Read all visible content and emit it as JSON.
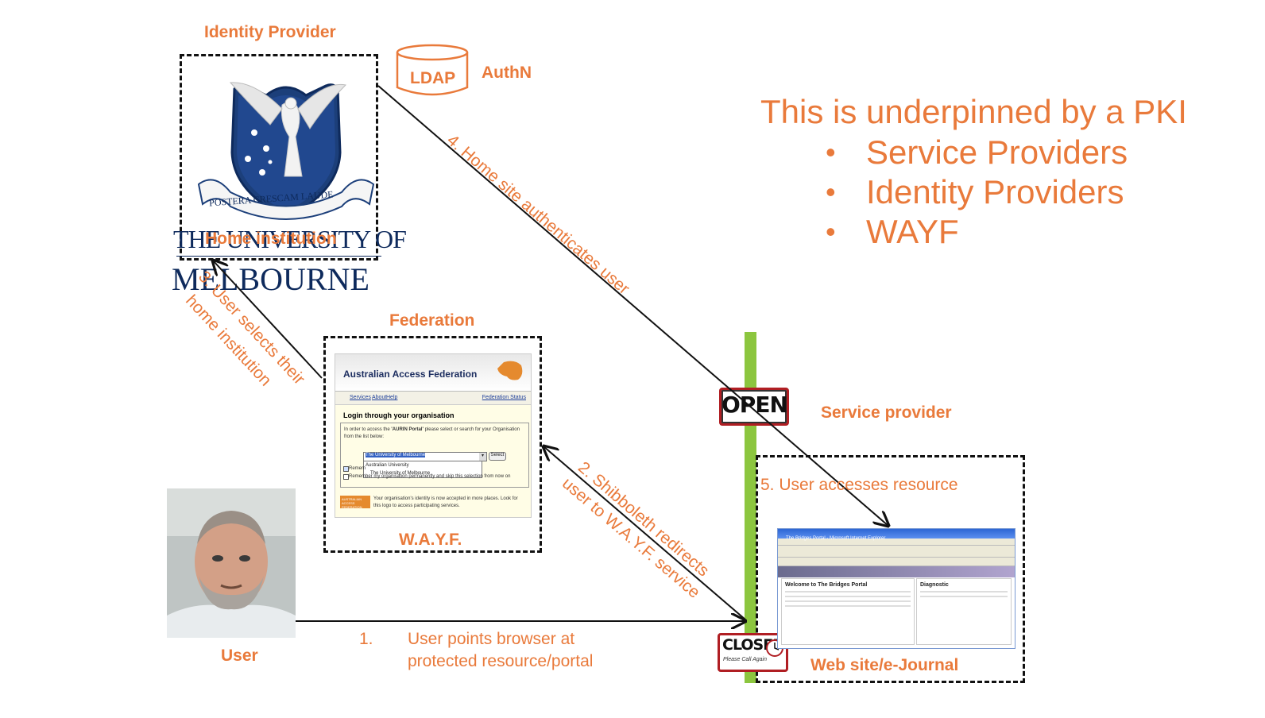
{
  "labels": {
    "identity_provider": "Identity Provider",
    "ldap": "LDAP",
    "authn": "AuthN",
    "federation": "Federation",
    "wayf": "W.A.Y.F.",
    "user": "User",
    "service_provider": "Service provider",
    "website": "Web site/e-Journal",
    "home_institution": "Home institution"
  },
  "pki": {
    "title": "This is underpinned by a PKI",
    "items": [
      "Service Providers",
      "Identity Providers",
      "WAYF"
    ]
  },
  "steps": {
    "s1_num": "1.",
    "s1_line1": "User points browser at",
    "s1_line2": "protected resource/portal",
    "s2_line1": "2. Shibboleth redirects",
    "s2_line2": "user to W.A.Y.F. service",
    "s3_line1": "3. User selects their",
    "s3_line2": "home institution",
    "s4": "4. Home site authenticates user",
    "s5": "5. User accesses resource"
  },
  "university": {
    "motto": "POSTERA CRESCAM LAUDE",
    "line1": "THE UNIVERSITY OF",
    "line2": "MELBOURNE"
  },
  "signs": {
    "open": "OPEN",
    "closed": "CLOSED",
    "closed_sub": "Please Call Again"
  },
  "wayf_screen": {
    "title": "Australian Access Federation",
    "logo_text": "AUSTRALIAN ACCESS FEDERATION",
    "nav": [
      "Services",
      "About",
      "Help"
    ],
    "status": "Federation Status",
    "heading": "Login through your organisation",
    "intro_pre": "In order to access the ",
    "intro_bold": "'AURIN Portal'",
    "intro_post": " please select or search for your Organisation from the list below:",
    "selected": "The University of Melbourne",
    "select_btn": "Select",
    "options": [
      "Australian University",
      "The University of Melbourne"
    ],
    "remember1": "Remem",
    "remember2": "Remember my organisation permanently and skip this selection from now on",
    "footer_badge": "AUSTRALIAN ACCESS FEDERATION",
    "footer": "Your organisation's identity is now accepted in more places. Look for this logo to access participating services."
  },
  "website_screen": {
    "title": "The Bridges Portal - Microsoft Internet Explorer",
    "welcome": "Welcome to The Bridges Portal",
    "diagnostic": "Diagnostic"
  },
  "colors": {
    "accent": "#e97a3b",
    "green_bar": "#8cc63f",
    "uni_navy": "#0e2a5c"
  }
}
